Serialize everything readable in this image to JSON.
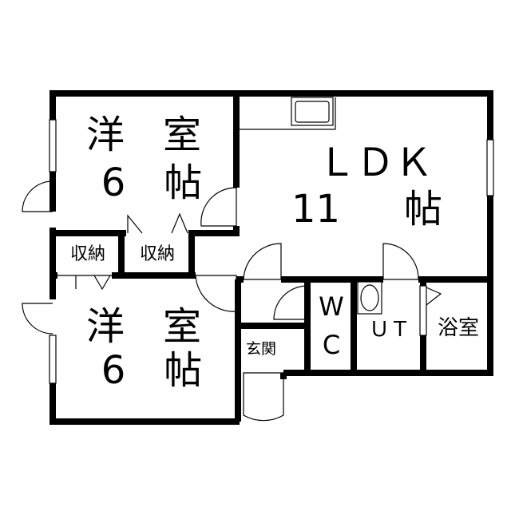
{
  "rooms": {
    "bedroom1": {
      "name": "洋　室",
      "size": "6　帖"
    },
    "bedroom2": {
      "name": "洋　室",
      "size": "6　帖"
    },
    "ldk": {
      "name": "ＬＤＫ",
      "size_num": "11",
      "size_unit": "帖"
    },
    "closet1": "収納",
    "closet2": "収納",
    "entrance": "玄関",
    "wc_top": "W",
    "wc_bottom": "C",
    "utility": "ＵＴ",
    "bath": "浴室"
  },
  "colors": {
    "wall": "#000000",
    "background": "#ffffff"
  }
}
